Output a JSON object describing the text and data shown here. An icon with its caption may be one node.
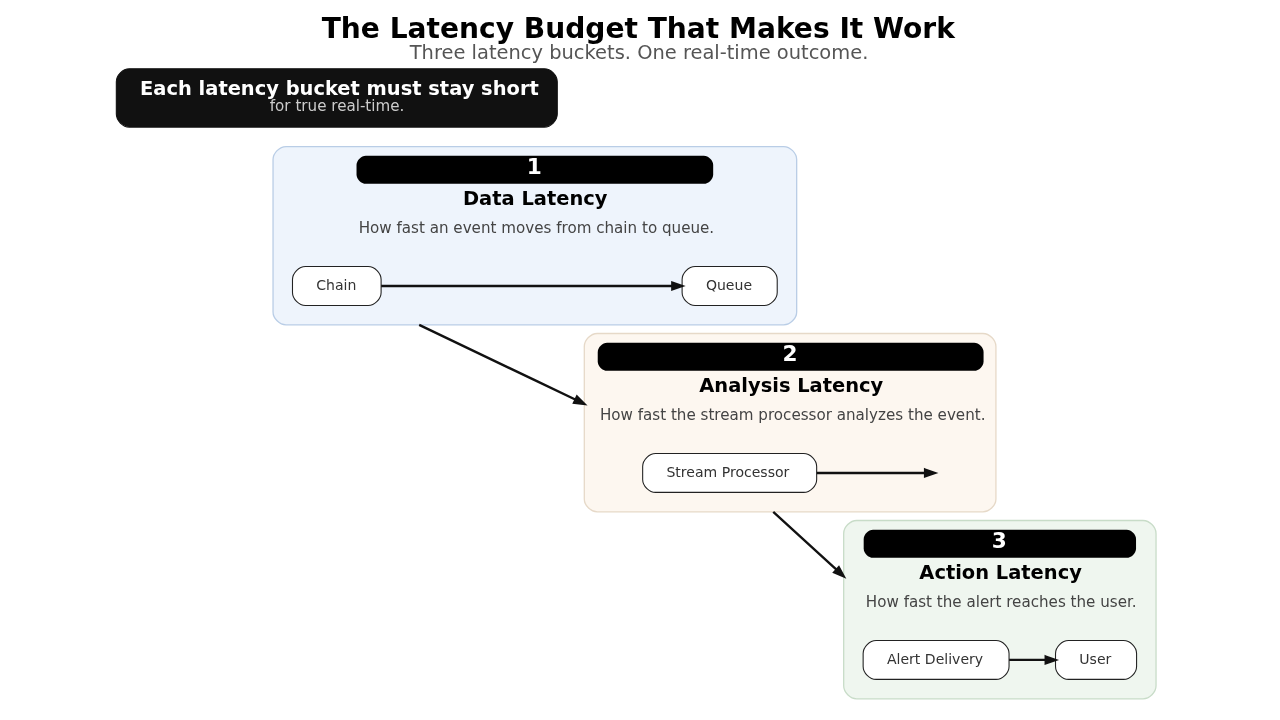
{
  "diagram": {
    "title": "The Latency Budget That Makes It Work",
    "caption": "Three latency buckets. One real-time outcome.",
    "nodes": [
      {
        "text": [
          "1",
          "Data Latency",
          "How fast an event moves from chain to queue."
        ]
      },
      {
        "text": [
          "Chain"
        ],
        "in": 0
      },
      {
        "text": [
          "Queue"
        ],
        "in": 0
      },
      {
        "text": [
          "2",
          "Analysis Latency",
          "How fast the stream processor analyzes the event."
        ]
      },
      {
        "text": [
          "Stream Processor"
        ],
        "in": 3
      },
      {
        "text": [
          "3",
          "Action Latency",
          "How fast the alert reaches the user."
        ]
      },
      {
        "text": [
          "Alert Delivery"
        ],
        "in": 5
      },
      {
        "text": [
          "User"
        ],
        "in": 5
      },
      {
        "text": [
          "Each latency bucket must stay short",
          "for true real-time."
        ]
      }
    ],
    "edges": [
      {
        "from": 1,
        "to": 2,
        "arrow": "to"
      },
      {
        "from": 0,
        "to": 3,
        "arrow": "to"
      },
      {
        "from": 4,
        "to": null,
        "arrow": "to"
      },
      {
        "from": 3,
        "to": 5,
        "arrow": "to"
      },
      {
        "from": 6,
        "to": 7,
        "arrow": "to"
      }
    ]
  }
}
